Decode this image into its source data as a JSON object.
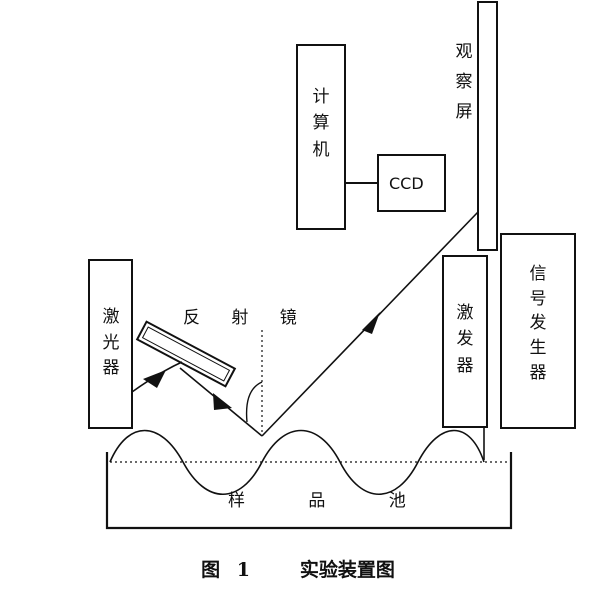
{
  "labels": {
    "computer": "计算机",
    "ccd": "CCD",
    "screen": "观察屏",
    "signal_generator": "信号发生器",
    "exciter": "激发器",
    "laser": "激光器",
    "mirror": "反 射 镜",
    "sample_cell": "样 品 池"
  },
  "caption": "图 1   实验装置图"
}
